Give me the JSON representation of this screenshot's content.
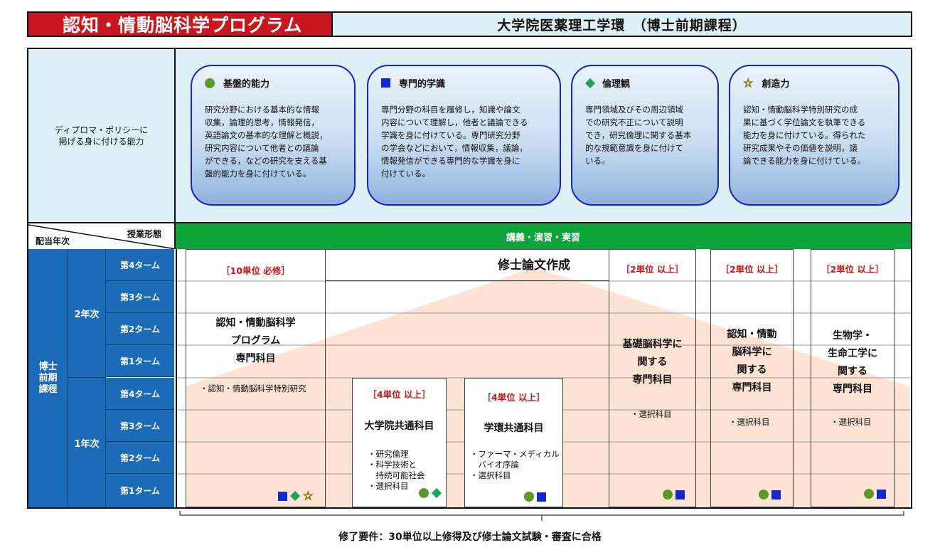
{
  "header": {
    "program_title": "認知・情動脳科学プログラム",
    "graduate_school": "大学院医薬理工学環　（博士前期課程）"
  },
  "diploma_policy": {
    "label": "ディプロマ・ポリシーに\n掲げる身に付ける能力",
    "abilities": [
      {
        "icon": "green-circle-icon",
        "title": "基盤的能力",
        "text": "研究分野における基本的な情報\n収集，論理的思考，情報発信，\n英語論文の基本的な理解と概説，\n研究内容について他者との議論\nができる，などの研究を支える基\n盤的能力を身に付けている。"
      },
      {
        "icon": "blue-square-icon",
        "title": "専門的学識",
        "text": "専門分野の科目を履修し，知識や論文\n内容について理解し，他者と議論できる\n学識を身に付けている。専門研究分野\nの学会などにおいて，情報収集，議論，\n情報発信ができる専門的な学識を身に\n付けている。"
      },
      {
        "icon": "green-diamond-icon",
        "title": "倫理観",
        "text": "専門領域及びその周辺領域\nでの研究不正について説明\nでき，研究倫理に関する基本\n的な規範意識を身に付けて\nいる。"
      },
      {
        "icon": "yellow-star-icon",
        "title": "創造力",
        "text": "認知・情動脳科学特別研究の成\n果に基づく学位論文を執筆できる\n能力を身に付けている。得られた\n研究成果やその価値を説明，議\n論できる能力を身に付けている。"
      }
    ]
  },
  "timetable": {
    "class_type_label": "授業形態",
    "year_label": "配当年次",
    "class_type": "講義・演習・実習",
    "course": "博士\n前期\n課程",
    "years": [
      "2年次",
      "1年次"
    ],
    "terms": [
      "第4ターム",
      "第3ターム",
      "第2ターム",
      "第1ターム",
      "第4ターム",
      "第3ターム",
      "第2ターム",
      "第1ターム"
    ]
  },
  "thesis": "修士論文作成",
  "subjects": [
    {
      "requirement": "［10単位 必修］",
      "name": "認知・情動脳科学\nプログラム\n専門科目",
      "items": "・認知・情動脳科学特別研究"
    },
    {
      "requirement": "［4単位 以上］",
      "name": "大学院共通科目",
      "items": "・研究倫理\n・科学技術と\n　持続可能社会\n・選択科目"
    },
    {
      "requirement": "［4単位 以上］",
      "name": "学環共通科目",
      "items": "・ファーマ・メディカル\n　バイオ序論\n・選択科目"
    },
    {
      "requirement": "［2単位 以上］",
      "name": "基礎脳科学に\n関する\n専門科目",
      "items": "・選択科目"
    },
    {
      "requirement": "［2単位 以上］",
      "name": "認知・情動\n脳科学に\n関する\n専門科目",
      "items": "・選択科目"
    },
    {
      "requirement": "［2単位 以上］",
      "name": "生物学・\n生命工学に\n関する\n専門科目",
      "items": "・選択科目"
    }
  ],
  "footer": "修了要件：30単位以上修得及び修士論文試験・審査に合格",
  "colors": {
    "title_red": "#c8171e",
    "blue": "#1c6bb8",
    "green": "#0fa33c",
    "light_blue": "#ddf0f5",
    "peach": "#fde3d4"
  }
}
